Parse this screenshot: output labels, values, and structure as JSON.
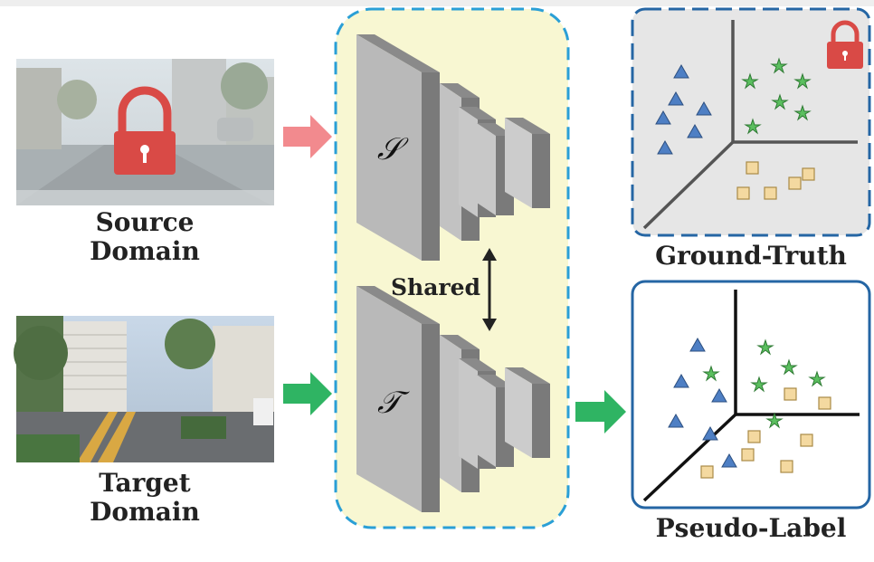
{
  "source": {
    "label_line1": "Source",
    "label_line2": "Domain"
  },
  "target": {
    "label_line1": "Target",
    "label_line2": "Domain"
  },
  "networks": {
    "shared_label": "Shared",
    "source_symbol": "𝒮",
    "target_symbol": "𝒯"
  },
  "panels": {
    "ground_truth": "Ground-Truth",
    "pseudo_label": "Pseudo-Label"
  },
  "colors": {
    "lock_red": "#d94a46",
    "triangle_blue": "#4e7fc4",
    "star_green": "#5bbf5f",
    "square_yellow": "#f4d9a0",
    "arrow_pink": "#f28a8e",
    "arrow_green": "#2fb463",
    "dashed_blue": "#2a9fd6",
    "encoder_bg": "#f8f7d2"
  }
}
